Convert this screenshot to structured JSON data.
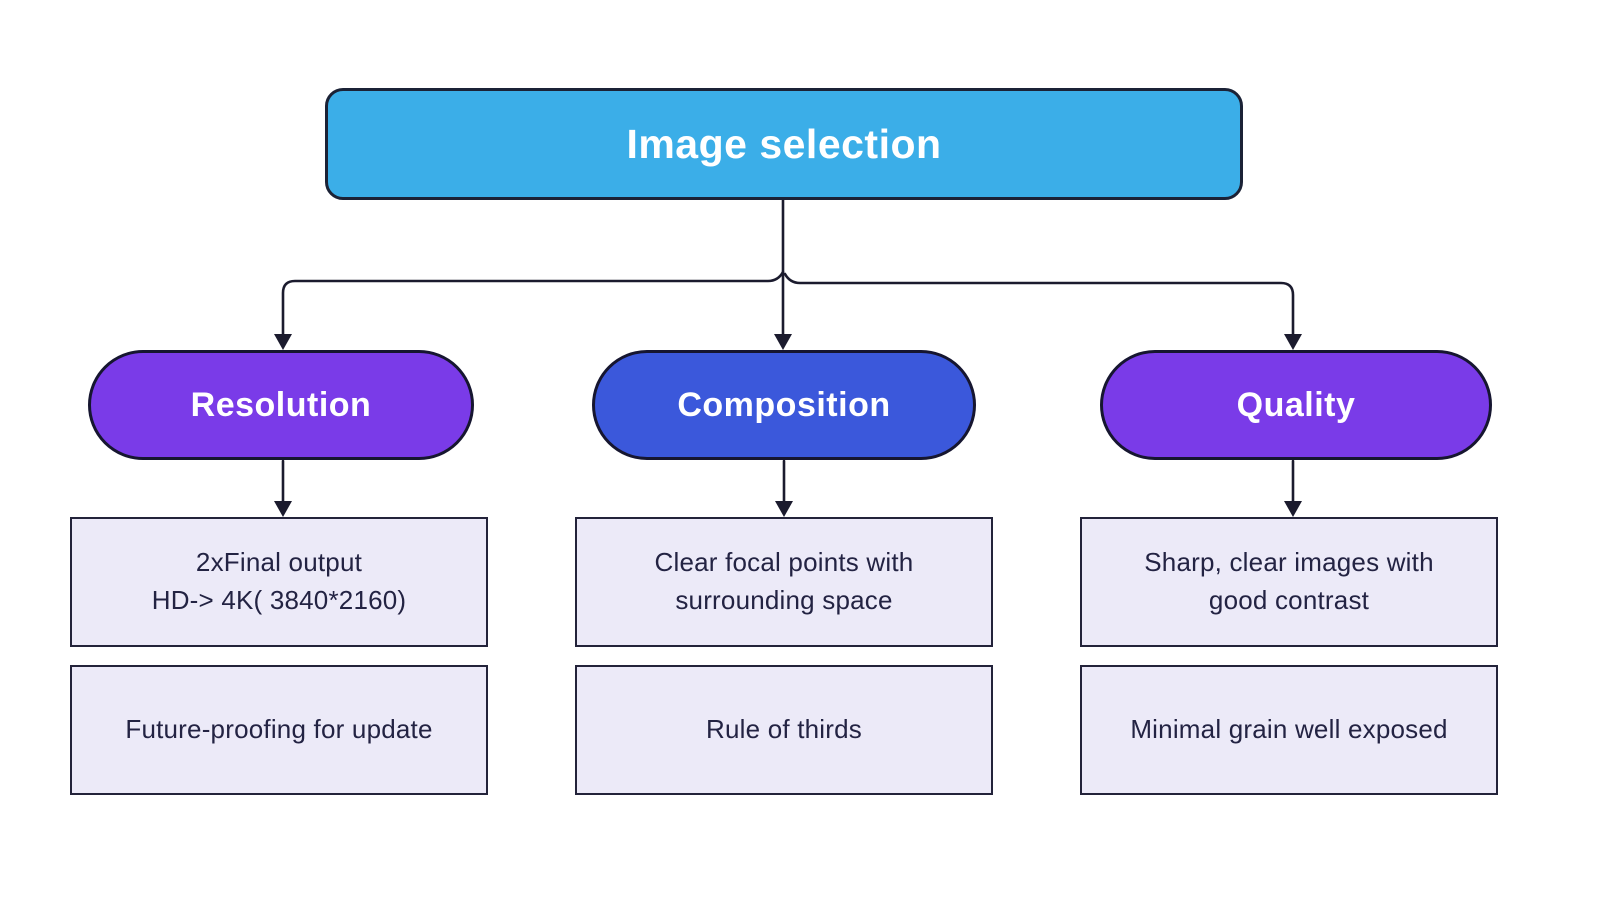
{
  "diagram": {
    "root": {
      "label": "Image selection",
      "fill": "#3BAEE8"
    },
    "branches": [
      {
        "label": "Resolution",
        "fill": "#7A3BE8",
        "leaves": [
          {
            "lines": [
              "2xFinal output",
              "HD-> 4K( 3840*2160)"
            ]
          },
          {
            "lines": [
              "Future-proofing for update"
            ]
          }
        ]
      },
      {
        "label": "Composition",
        "fill": "#3B58DB",
        "leaves": [
          {
            "lines": [
              "Clear focal points with",
              "surrounding space"
            ]
          },
          {
            "lines": [
              "Rule of thirds"
            ]
          }
        ]
      },
      {
        "label": "Quality",
        "fill": "#7A3BE8",
        "leaves": [
          {
            "lines": [
              "Sharp, clear images with",
              "good contrast"
            ]
          },
          {
            "lines": [
              "Minimal grain well exposed"
            ]
          }
        ]
      }
    ],
    "colors": {
      "connector": "#1B1B2E",
      "leaf_fill": "#ECEAF8",
      "leaf_text": "#232343",
      "node_text": "#FFFFFF",
      "node_border": "#161630"
    }
  }
}
